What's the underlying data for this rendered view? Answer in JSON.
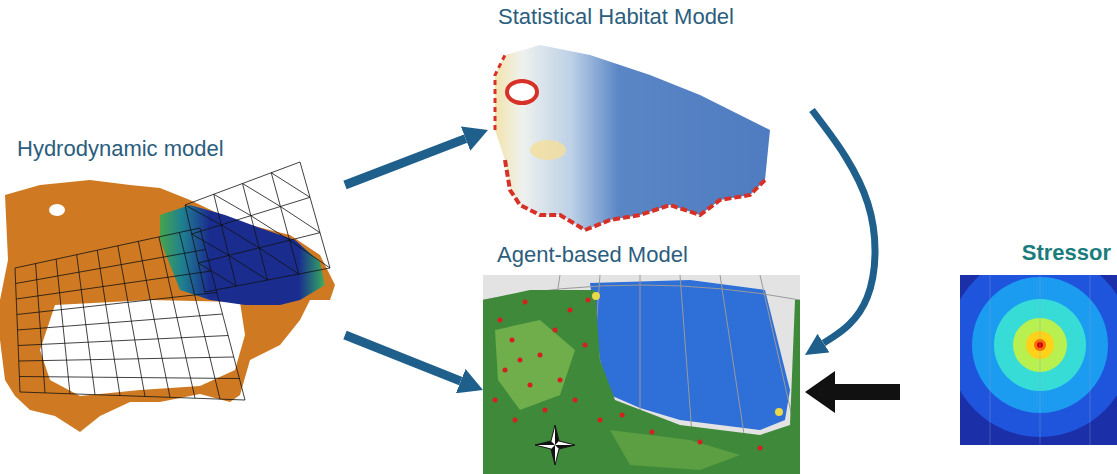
{
  "diagram": {
    "nodes": [
      {
        "text": [
          "Hydrodynamic model"
        ]
      },
      {
        "text": [
          "Statistical Habitat Model"
        ]
      },
      {
        "text": [
          "Agent-based Model"
        ]
      },
      {
        "text": [
          "Stressor"
        ]
      }
    ],
    "edges": [
      {
        "from": 0,
        "to": 1,
        "arrow": "to"
      },
      {
        "from": 0,
        "to": 2,
        "arrow": "to"
      },
      {
        "from": 1,
        "to": 2,
        "arrow": "to"
      },
      {
        "from": 3,
        "to": 2,
        "arrow": "to"
      }
    ]
  }
}
